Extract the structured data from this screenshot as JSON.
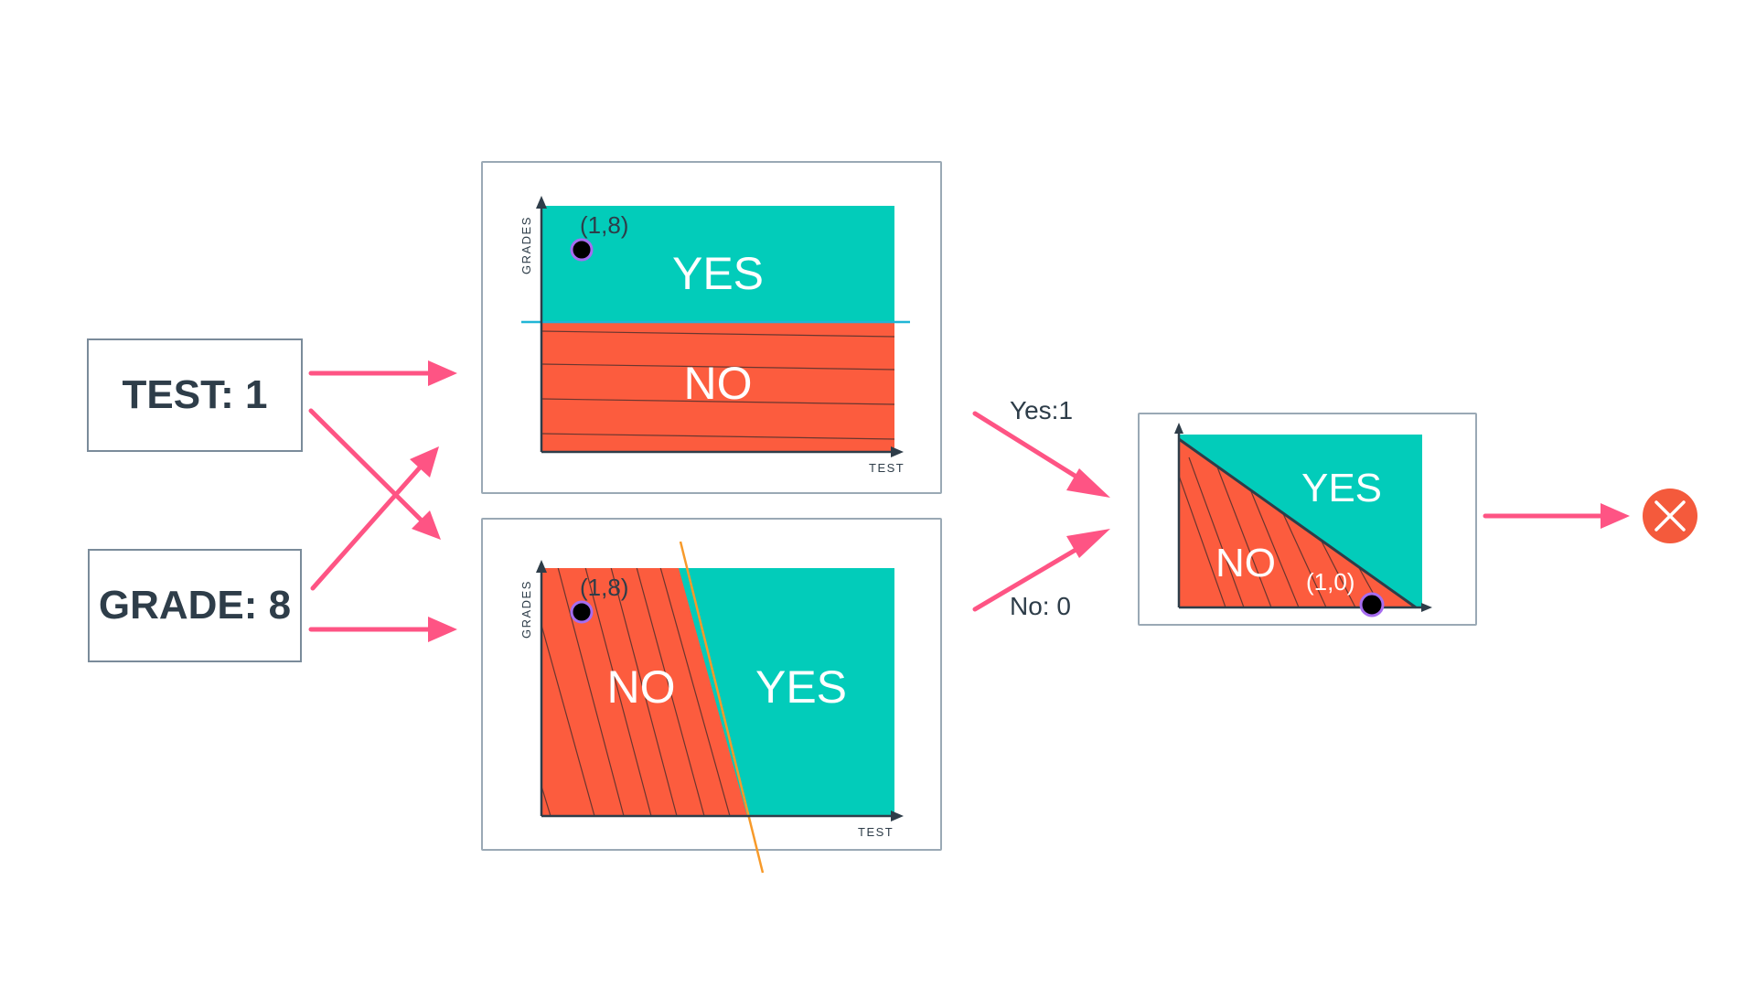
{
  "inputs": {
    "test_label": "TEST: 1",
    "grade_label": "GRADE: 8"
  },
  "panel_top": {
    "yes_label": "YES",
    "no_label": "NO",
    "point_label": "(1,8)",
    "x_axis_label": "TEST",
    "y_axis_label": "GRADES"
  },
  "panel_bottom": {
    "yes_label": "YES",
    "no_label": "NO",
    "point_label": "(1,8)",
    "x_axis_label": "TEST",
    "y_axis_label": "GRADES"
  },
  "panel_right": {
    "yes_label": "YES",
    "no_label": "NO",
    "point_label": "(1,0)"
  },
  "edges": {
    "yes_edge_label": "Yes:1",
    "no_edge_label": "No: 0"
  },
  "output": {
    "icon": "close-icon",
    "color": "#f45a3c"
  },
  "colors": {
    "yes": "#02ccba",
    "no": "#fc5c3e",
    "arrow": "#fe5484",
    "axis": "#2e3d49",
    "point_fill": "#000000",
    "point_ring": "#a66cf0",
    "boundary_top": "#1fb5d6",
    "boundary_bottom": "#f79a2a"
  }
}
